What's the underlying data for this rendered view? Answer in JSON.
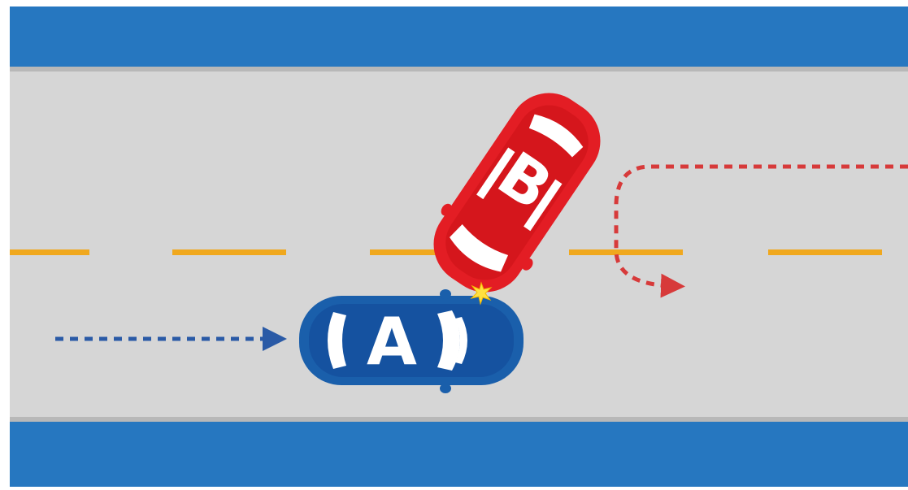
{
  "colors": {
    "sidewalk": "#2677c0",
    "road": "#d6d6d6",
    "lane_marking": "#f0a81e",
    "car_a": "#1a5fab",
    "car_b": "#e31d24",
    "path_a": "#2a5aa6",
    "path_b": "#d73a3a",
    "impact": "#ffe040",
    "window": "#ffffff"
  },
  "vehicles": {
    "a": {
      "label": "A",
      "icon": "car-top-view-icon",
      "direction": "east"
    },
    "b": {
      "label": "B",
      "icon": "car-top-view-icon",
      "direction": "u-turn"
    }
  },
  "impact": {
    "icon": "collision-spark-icon"
  }
}
